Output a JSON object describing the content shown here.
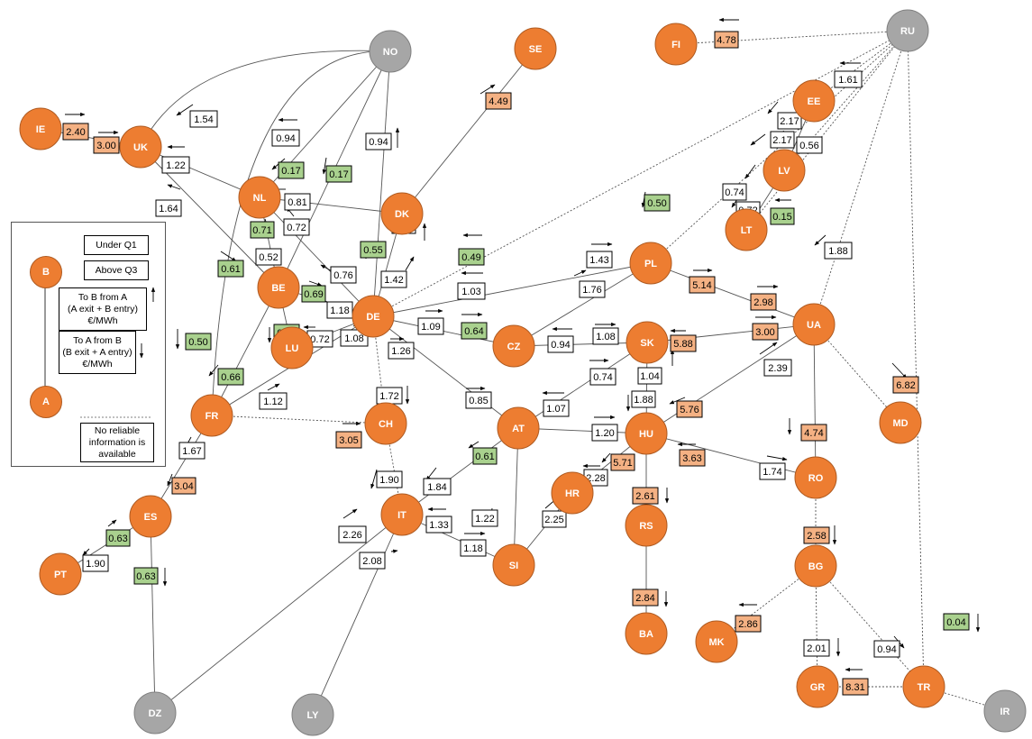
{
  "colors": {
    "node_country": "#ed7d31",
    "node_country_border": "#ae5a21",
    "node_external": "#a6a6a6",
    "node_external_border": "#7f7f7f",
    "value_under_q1": "#a9d18e",
    "value_above_q3": "#f4b183",
    "value_normal": "#ffffff"
  },
  "legend": {
    "under_q1": "Under Q1",
    "above_q3": "Above Q3",
    "node_b": "B",
    "node_a": "A",
    "to_b_lines": [
      "To B from A",
      "(A exit + B entry)",
      "€/MWh"
    ],
    "to_a_lines": [
      "To A from B",
      "(B exit + A entry)",
      "€/MWh"
    ],
    "no_info_lines": [
      "No reliable",
      "information is",
      "available"
    ]
  },
  "nodes": [
    {
      "id": "NO",
      "type": "external"
    },
    {
      "id": "SE",
      "type": "country"
    },
    {
      "id": "FI",
      "type": "country"
    },
    {
      "id": "RU",
      "type": "external"
    },
    {
      "id": "IE",
      "type": "country"
    },
    {
      "id": "UK",
      "type": "country"
    },
    {
      "id": "EE",
      "type": "country"
    },
    {
      "id": "LV",
      "type": "country"
    },
    {
      "id": "LT",
      "type": "country"
    },
    {
      "id": "NL",
      "type": "country"
    },
    {
      "id": "DK",
      "type": "country"
    },
    {
      "id": "PL",
      "type": "country"
    },
    {
      "id": "BE",
      "type": "country"
    },
    {
      "id": "DE",
      "type": "country"
    },
    {
      "id": "LU",
      "type": "country"
    },
    {
      "id": "CZ",
      "type": "country"
    },
    {
      "id": "SK",
      "type": "country"
    },
    {
      "id": "UA",
      "type": "country"
    },
    {
      "id": "MD",
      "type": "country"
    },
    {
      "id": "FR",
      "type": "country"
    },
    {
      "id": "CH",
      "type": "country"
    },
    {
      "id": "AT",
      "type": "country"
    },
    {
      "id": "HU",
      "type": "country"
    },
    {
      "id": "RO",
      "type": "country"
    },
    {
      "id": "HR",
      "type": "country"
    },
    {
      "id": "RS",
      "type": "country"
    },
    {
      "id": "ES",
      "type": "country"
    },
    {
      "id": "IT",
      "type": "country"
    },
    {
      "id": "SI",
      "type": "country"
    },
    {
      "id": "PT",
      "type": "country"
    },
    {
      "id": "BG",
      "type": "country"
    },
    {
      "id": "MK",
      "type": "country"
    },
    {
      "id": "BA",
      "type": "country"
    },
    {
      "id": "GR",
      "type": "country"
    },
    {
      "id": "TR",
      "type": "country"
    },
    {
      "id": "DZ",
      "type": "external"
    },
    {
      "id": "LY",
      "type": "external"
    },
    {
      "id": "IR",
      "type": "external"
    }
  ],
  "links": [
    {
      "from": "NO",
      "to": "UK",
      "style": "curve"
    },
    {
      "from": "NO",
      "to": "FR",
      "style": "curve"
    },
    {
      "from": "NO",
      "to": "NL",
      "style": "solid"
    },
    {
      "from": "NO",
      "to": "BE",
      "style": "solid"
    },
    {
      "from": "NO",
      "to": "DE",
      "style": "solid"
    },
    {
      "from": "IE",
      "to": "UK",
      "style": "solid"
    },
    {
      "from": "UK",
      "to": "NL",
      "style": "solid"
    },
    {
      "from": "UK",
      "to": "BE",
      "style": "solid"
    },
    {
      "from": "NL",
      "to": "DE",
      "style": "solid"
    },
    {
      "from": "NL",
      "to": "BE",
      "style": "solid"
    },
    {
      "from": "DK",
      "to": "NL",
      "style": "solid"
    },
    {
      "from": "DK",
      "to": "DE",
      "style": "solid"
    },
    {
      "from": "SE",
      "to": "DK",
      "style": "solid"
    },
    {
      "from": "BE",
      "to": "DE",
      "style": "solid"
    },
    {
      "from": "BE",
      "to": "LU",
      "style": "solid"
    },
    {
      "from": "BE",
      "to": "FR",
      "style": "solid"
    },
    {
      "from": "DE",
      "to": "LU",
      "style": "solid"
    },
    {
      "from": "DE",
      "to": "FR",
      "style": "solid"
    },
    {
      "from": "DE",
      "to": "PL",
      "style": "solid"
    },
    {
      "from": "DE",
      "to": "CZ",
      "style": "solid"
    },
    {
      "from": "DE",
      "to": "AT",
      "style": "solid"
    },
    {
      "from": "DE",
      "to": "CH",
      "style": "dotted"
    },
    {
      "from": "DE",
      "to": "RU",
      "style": "dotted"
    },
    {
      "from": "FR",
      "to": "CH",
      "style": "dotted"
    },
    {
      "from": "FR",
      "to": "ES",
      "style": "solid"
    },
    {
      "from": "ES",
      "to": "PT",
      "style": "solid"
    },
    {
      "from": "ES",
      "to": "DZ",
      "style": "solid"
    },
    {
      "from": "CH",
      "to": "IT",
      "style": "dotted"
    },
    {
      "from": "IT",
      "to": "AT",
      "style": "solid"
    },
    {
      "from": "IT",
      "to": "SI",
      "style": "solid"
    },
    {
      "from": "IT",
      "to": "DZ",
      "style": "solid"
    },
    {
      "from": "IT",
      "to": "LY",
      "style": "solid"
    },
    {
      "from": "CZ",
      "to": "PL",
      "style": "solid"
    },
    {
      "from": "CZ",
      "to": "SK",
      "style": "solid"
    },
    {
      "from": "AT",
      "to": "SK",
      "style": "solid"
    },
    {
      "from": "AT",
      "to": "HU",
      "style": "solid"
    },
    {
      "from": "AT",
      "to": "SI",
      "style": "solid"
    },
    {
      "from": "SI",
      "to": "HR",
      "style": "solid"
    },
    {
      "from": "HR",
      "to": "HU",
      "style": "solid"
    },
    {
      "from": "SK",
      "to": "HU",
      "style": "solid"
    },
    {
      "from": "SK",
      "to": "UA",
      "style": "solid"
    },
    {
      "from": "PL",
      "to": "UA",
      "style": "solid"
    },
    {
      "from": "HU",
      "to": "UA",
      "style": "solid"
    },
    {
      "from": "HU",
      "to": "RO",
      "style": "solid"
    },
    {
      "from": "HU",
      "to": "RS",
      "style": "solid"
    },
    {
      "from": "RS",
      "to": "BA",
      "style": "solid"
    },
    {
      "from": "UA",
      "to": "RO",
      "style": "solid"
    },
    {
      "from": "UA",
      "to": "MD",
      "style": "dotted"
    },
    {
      "from": "UA",
      "to": "RU",
      "style": "dotted"
    },
    {
      "from": "RO",
      "to": "BG",
      "style": "dotted"
    },
    {
      "from": "BG",
      "to": "MK",
      "style": "dotted"
    },
    {
      "from": "BG",
      "to": "GR",
      "style": "dotted"
    },
    {
      "from": "BG",
      "to": "TR",
      "style": "dotted"
    },
    {
      "from": "GR",
      "to": "TR",
      "style": "dotted"
    },
    {
      "from": "TR",
      "to": "IR",
      "style": "dotted"
    },
    {
      "from": "TR",
      "to": "RU",
      "style": "dotted"
    },
    {
      "from": "FI",
      "to": "RU",
      "style": "dotted"
    },
    {
      "from": "EE",
      "to": "RU",
      "style": "dotted"
    },
    {
      "from": "LV",
      "to": "RU",
      "style": "dotted"
    },
    {
      "from": "LT",
      "to": "RU",
      "style": "dotted"
    },
    {
      "from": "PL",
      "to": "RU",
      "style": "dotted"
    },
    {
      "from": "EE",
      "to": "LV",
      "style": "solid"
    },
    {
      "from": "LV",
      "to": "LT",
      "style": "solid"
    }
  ],
  "labels": [
    {
      "value": "4.78",
      "class": "above"
    },
    {
      "value": "1.61",
      "class": "normal"
    },
    {
      "value": "4.49",
      "class": "above"
    },
    {
      "value": "1.54",
      "class": "normal"
    },
    {
      "value": "0.94",
      "class": "normal"
    },
    {
      "value": "0.94",
      "class": "normal"
    },
    {
      "value": "2.40",
      "class": "above"
    },
    {
      "value": "3.00",
      "class": "above"
    },
    {
      "value": "1.22",
      "class": "normal"
    },
    {
      "value": "2.17",
      "class": "normal"
    },
    {
      "value": "2.17",
      "class": "normal"
    },
    {
      "value": "0.56",
      "class": "normal"
    },
    {
      "value": "0.17",
      "class": "under"
    },
    {
      "value": "0.17",
      "class": "under"
    },
    {
      "value": "0.74",
      "class": "normal"
    },
    {
      "value": "0.72",
      "class": "normal"
    },
    {
      "value": "0.15",
      "class": "under"
    },
    {
      "value": "0.81",
      "class": "normal"
    },
    {
      "value": "1.64",
      "class": "normal"
    },
    {
      "value": "0.72",
      "class": "normal"
    },
    {
      "value": "0.50",
      "class": "under"
    },
    {
      "value": "0.71",
      "class": "under"
    },
    {
      "value": "1.88",
      "class": "normal"
    },
    {
      "value": "0.55",
      "class": "under"
    },
    {
      "value": "1.14",
      "class": "normal"
    },
    {
      "value": "0.49",
      "class": "under"
    },
    {
      "value": "0.52",
      "class": "normal"
    },
    {
      "value": "0.61",
      "class": "under"
    },
    {
      "value": "1.43",
      "class": "normal"
    },
    {
      "value": "1.42",
      "class": "normal"
    },
    {
      "value": "0.76",
      "class": "normal"
    },
    {
      "value": "5.14",
      "class": "above"
    },
    {
      "value": "0.69",
      "class": "under"
    },
    {
      "value": "1.03",
      "class": "normal"
    },
    {
      "value": "1.76",
      "class": "normal"
    },
    {
      "value": "2.98",
      "class": "above"
    },
    {
      "value": "1.18",
      "class": "normal"
    },
    {
      "value": "1.09",
      "class": "normal"
    },
    {
      "value": "0.64",
      "class": "under"
    },
    {
      "value": "0.00",
      "class": "under"
    },
    {
      "value": "0.72",
      "class": "normal"
    },
    {
      "value": "1.08",
      "class": "normal"
    },
    {
      "value": "0.50",
      "class": "under"
    },
    {
      "value": "1.26",
      "class": "normal"
    },
    {
      "value": "0.94",
      "class": "normal"
    },
    {
      "value": "1.08",
      "class": "normal"
    },
    {
      "value": "5.88",
      "class": "above"
    },
    {
      "value": "3.00",
      "class": "above"
    },
    {
      "value": "0.66",
      "class": "under"
    },
    {
      "value": "2.39",
      "class": "normal"
    },
    {
      "value": "0.74",
      "class": "normal"
    },
    {
      "value": "1.04",
      "class": "normal"
    },
    {
      "value": "1.12",
      "class": "normal"
    },
    {
      "value": "1.72",
      "class": "normal"
    },
    {
      "value": "0.85",
      "class": "normal"
    },
    {
      "value": "1.07",
      "class": "normal"
    },
    {
      "value": "1.88",
      "class": "normal"
    },
    {
      "value": "5.76",
      "class": "above"
    },
    {
      "value": "6.82",
      "class": "above"
    },
    {
      "value": "1.20",
      "class": "normal"
    },
    {
      "value": "4.74",
      "class": "above"
    },
    {
      "value": "3.05",
      "class": "above"
    },
    {
      "value": "1.67",
      "class": "normal"
    },
    {
      "value": "0.61",
      "class": "under"
    },
    {
      "value": "3.63",
      "class": "above"
    },
    {
      "value": "5.71",
      "class": "above"
    },
    {
      "value": "1.74",
      "class": "normal"
    },
    {
      "value": "1.90",
      "class": "normal"
    },
    {
      "value": "2.28",
      "class": "normal"
    },
    {
      "value": "1.84",
      "class": "normal"
    },
    {
      "value": "3.04",
      "class": "above"
    },
    {
      "value": "2.61",
      "class": "above"
    },
    {
      "value": "1.22",
      "class": "normal"
    },
    {
      "value": "2.25",
      "class": "normal"
    },
    {
      "value": "2.26",
      "class": "normal"
    },
    {
      "value": "1.33",
      "class": "normal"
    },
    {
      "value": "0.63",
      "class": "under"
    },
    {
      "value": "2.58",
      "class": "above"
    },
    {
      "value": "1.18",
      "class": "normal"
    },
    {
      "value": "1.90",
      "class": "normal"
    },
    {
      "value": "2.08",
      "class": "normal"
    },
    {
      "value": "0.63",
      "class": "under"
    },
    {
      "value": "2.84",
      "class": "above"
    },
    {
      "value": "2.86",
      "class": "above"
    },
    {
      "value": "0.04",
      "class": "under"
    },
    {
      "value": "2.01",
      "class": "normal"
    },
    {
      "value": "0.94",
      "class": "normal"
    },
    {
      "value": "8.31",
      "class": "above"
    }
  ]
}
